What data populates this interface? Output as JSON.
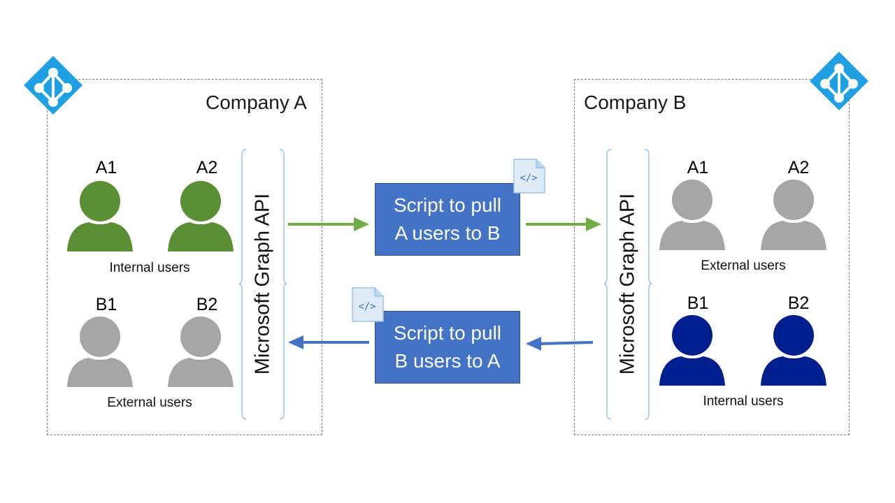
{
  "colors": {
    "internal_a": "#5b8f35",
    "internal_b": "#001f8f",
    "external": "#a6a6a6",
    "arrow_green": "#70ad47",
    "arrow_blue": "#4472c4",
    "script_box": "#4472c4",
    "azure_ad": "#1ea0e3"
  },
  "company_a": {
    "title": "Company A",
    "users_top": [
      "A1",
      "A2"
    ],
    "users_top_caption": "Internal users",
    "users_bottom": [
      "B1",
      "B2"
    ],
    "users_bottom_caption": "External users",
    "api_label": "Microsoft Graph API",
    "icon": "azure-ad-icon"
  },
  "company_b": {
    "title": "Company B",
    "users_top": [
      "A1",
      "A2"
    ],
    "users_top_caption": "External users",
    "users_bottom": [
      "B1",
      "B2"
    ],
    "users_bottom_caption": "Internal users",
    "api_label": "Microsoft Graph API",
    "icon": "azure-ad-icon"
  },
  "scripts": {
    "a_to_b": [
      "Script to pull",
      "A users to B"
    ],
    "b_to_a": [
      "Script to pull",
      "B users to A"
    ],
    "code_icon_text": "</>"
  }
}
